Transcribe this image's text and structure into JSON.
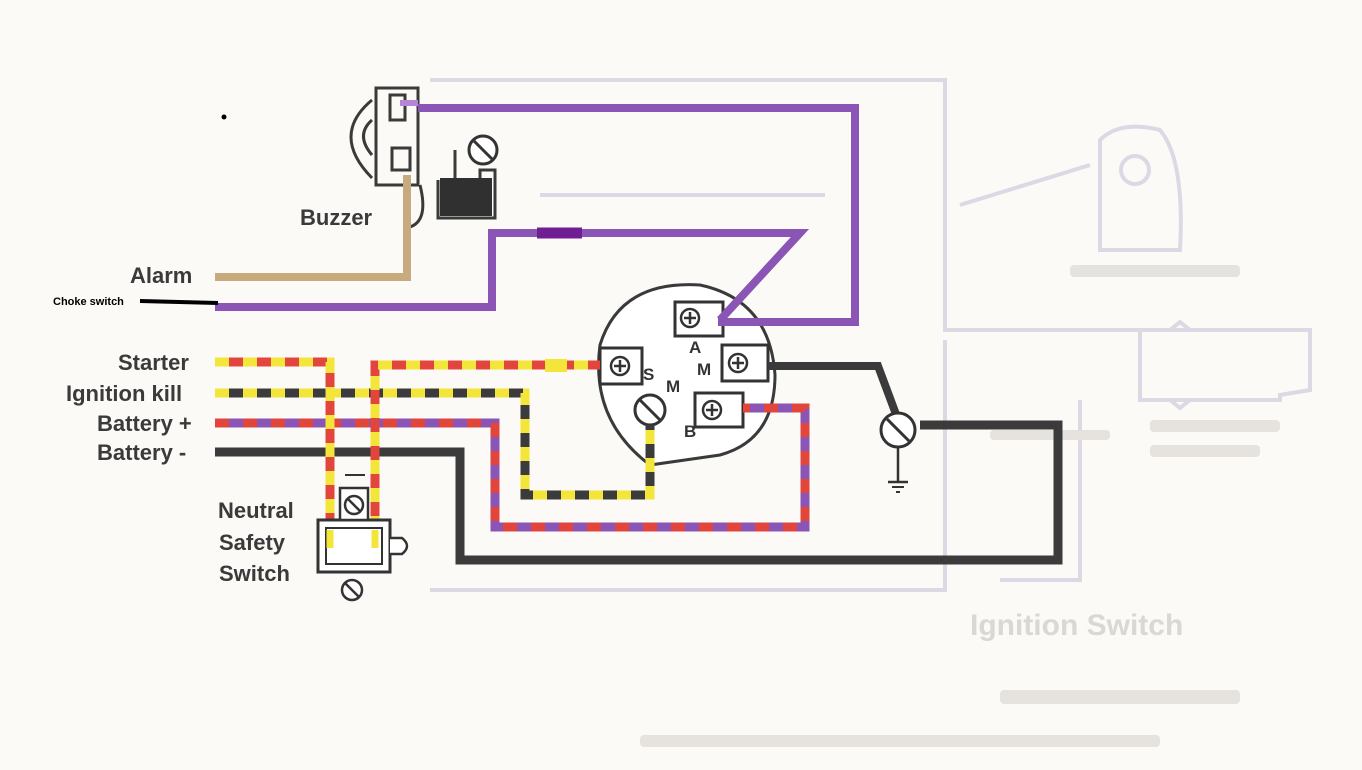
{
  "labels": {
    "buzzer": "Buzzer",
    "alarm": "Alarm",
    "choke_switch": "Choke switch",
    "starter": "Starter",
    "ignition_kill": "Ignition kill",
    "battery_plus": "Battery +",
    "battery_minus": "Battery -",
    "neutral": "Neutral",
    "safety": "Safety",
    "switch": "Switch"
  },
  "terminals": {
    "a": "A",
    "m_right": "M",
    "s": "S",
    "m_center": "M",
    "b": "B"
  },
  "faded_heading": "Ignition Switch",
  "colors": {
    "purple": "#8a55b5",
    "tan": "#c8aa7f",
    "black": "#3b3b3b",
    "red": "#e2453c",
    "yellow": "#f4e53a",
    "dark_purple": "#6f1f91",
    "background": "#fbfaf7"
  },
  "icons": [
    "ground-symbol",
    "screw-terminal"
  ]
}
